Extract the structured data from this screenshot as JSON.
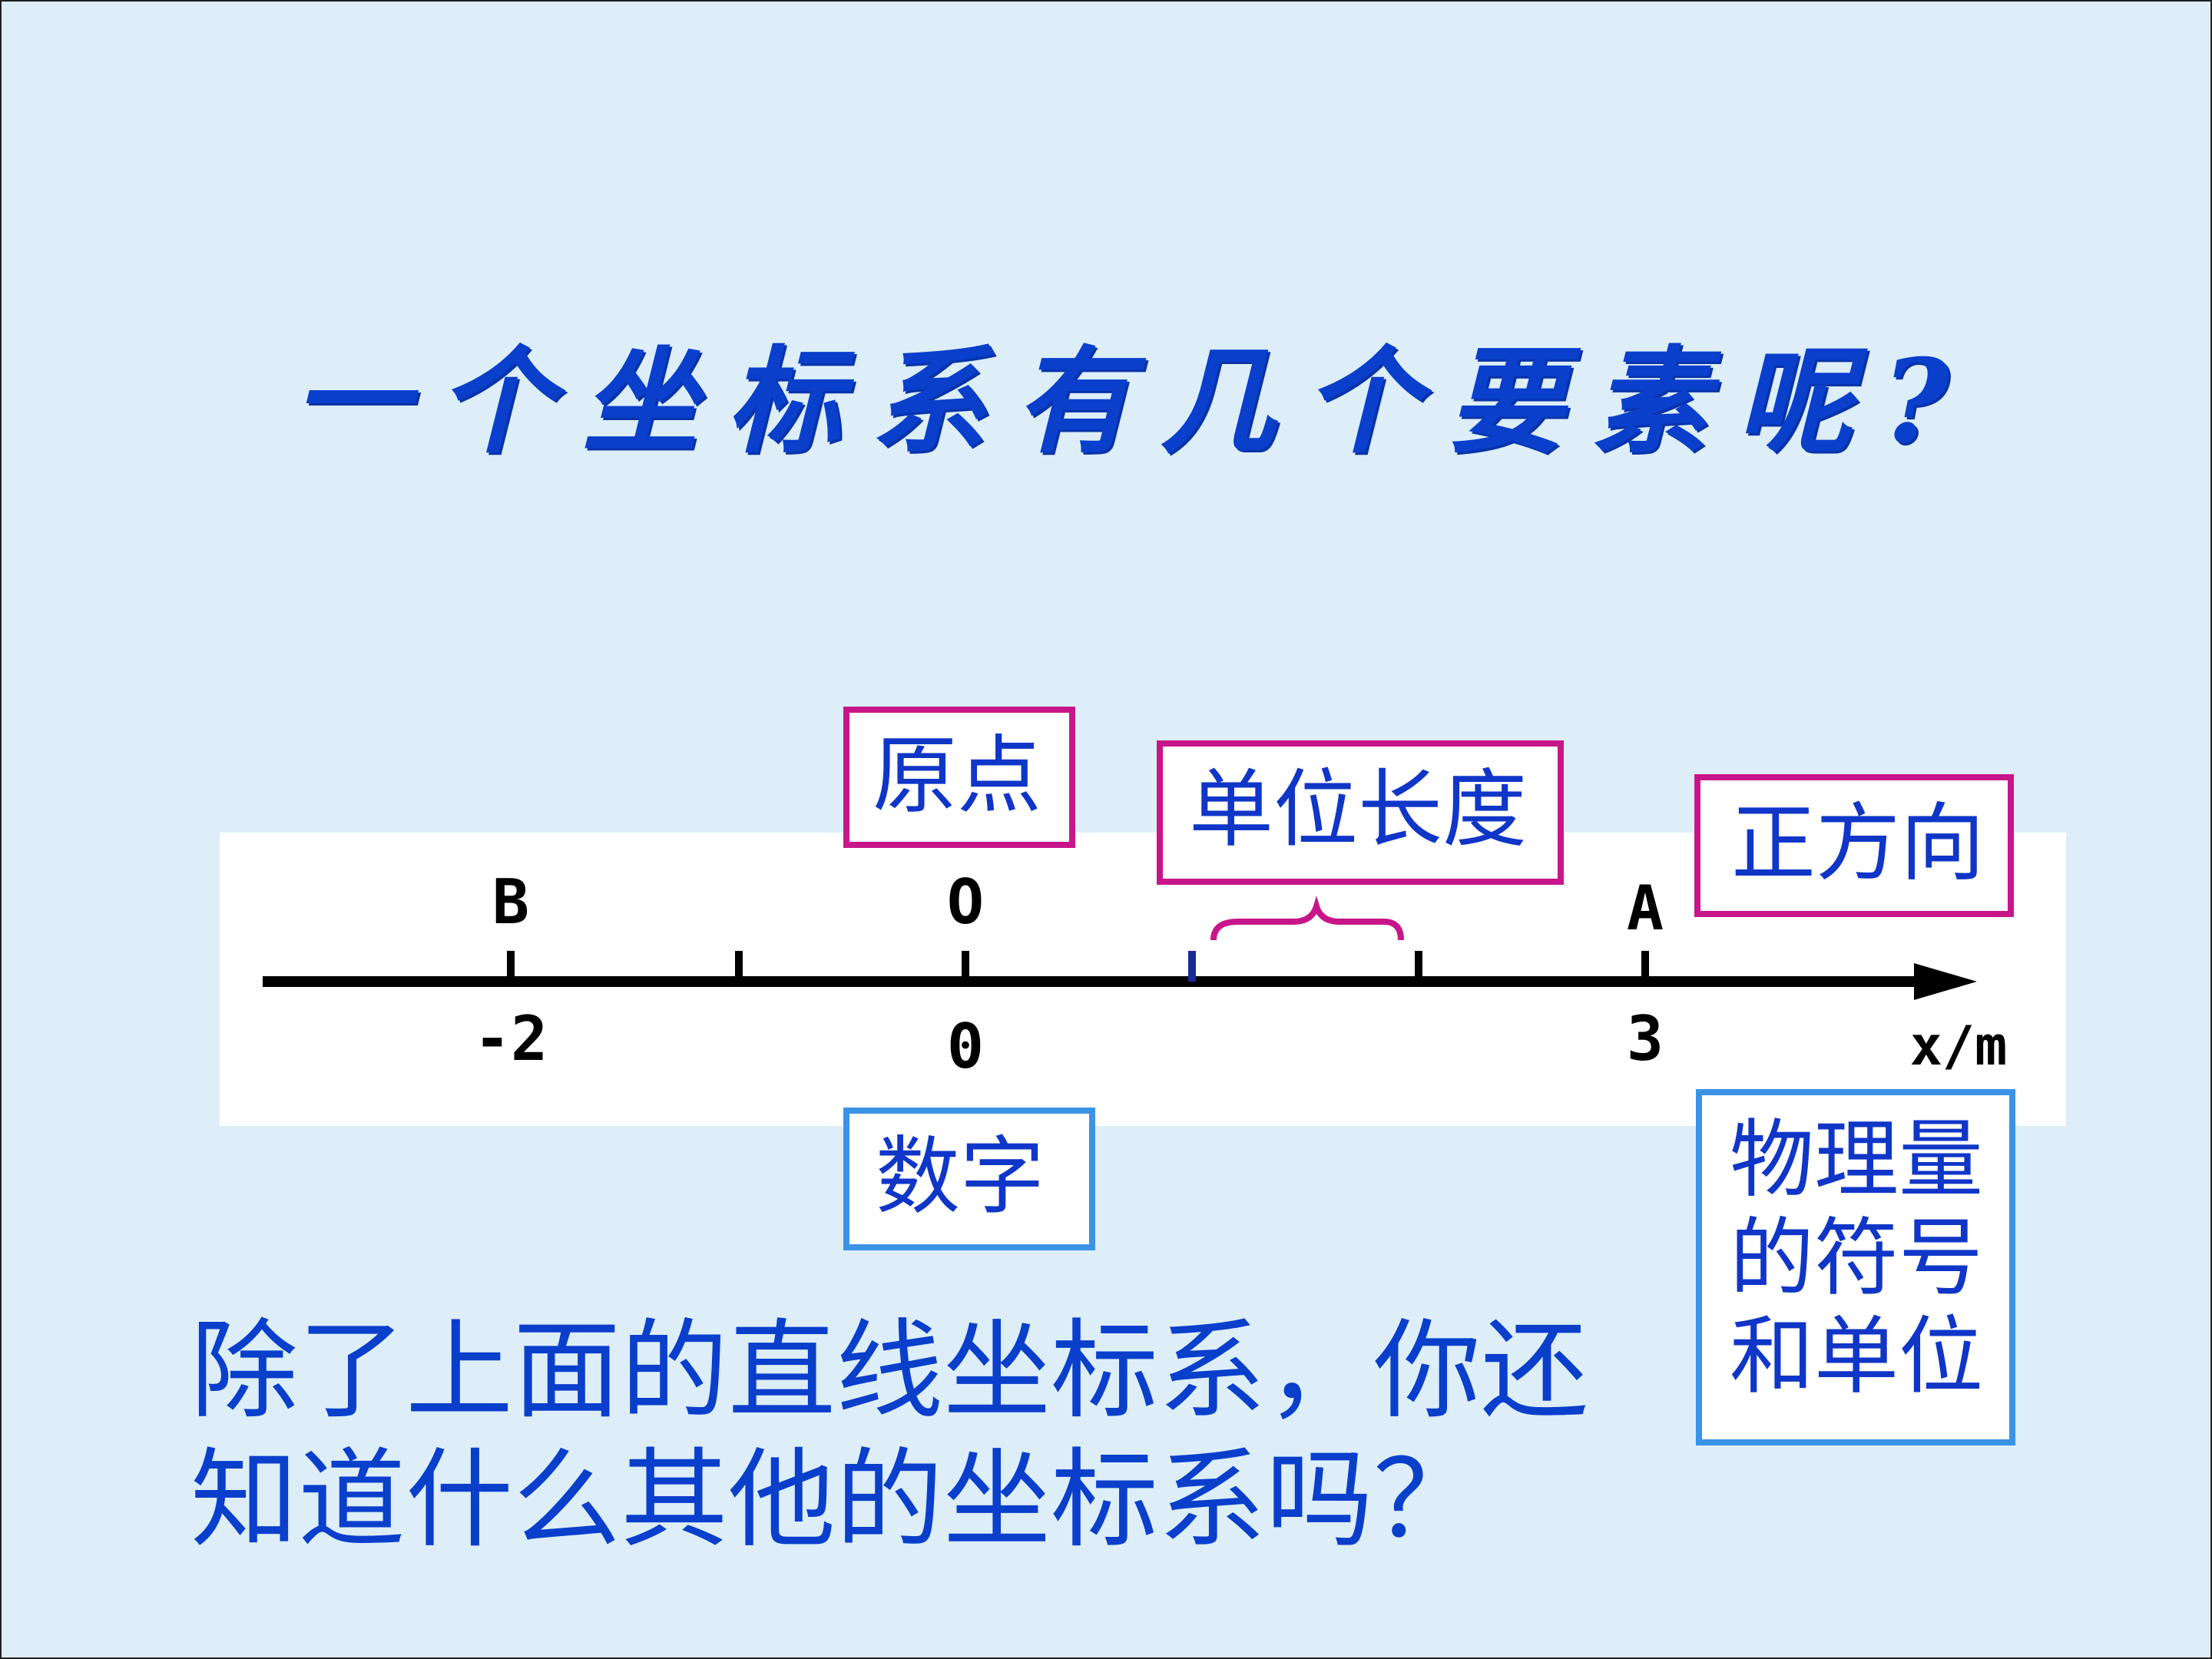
{
  "slide": {
    "title": "一个坐标系有几个要素呢?",
    "question_line1": "除了上面的直线坐标系，你还",
    "question_line2": "知道什么其他的坐标系吗？"
  },
  "labels": {
    "origin": "原点",
    "unit_length": "单位长度",
    "positive_direction": "正方向",
    "numbers": "数字",
    "symbol_unit_1": "物理量",
    "symbol_unit_2": "的符号",
    "symbol_unit_3": "和单位"
  },
  "axis": {
    "points_above": [
      "B",
      "O",
      "A"
    ],
    "numbers_below": [
      "-2",
      "0",
      "3"
    ],
    "unit": "x/m"
  },
  "colors": {
    "title": "#0a3fcc",
    "magenta_box": "#c8168a",
    "blue_box": "#3b93e6",
    "brace": "#c8168a",
    "axis": "#000000"
  }
}
